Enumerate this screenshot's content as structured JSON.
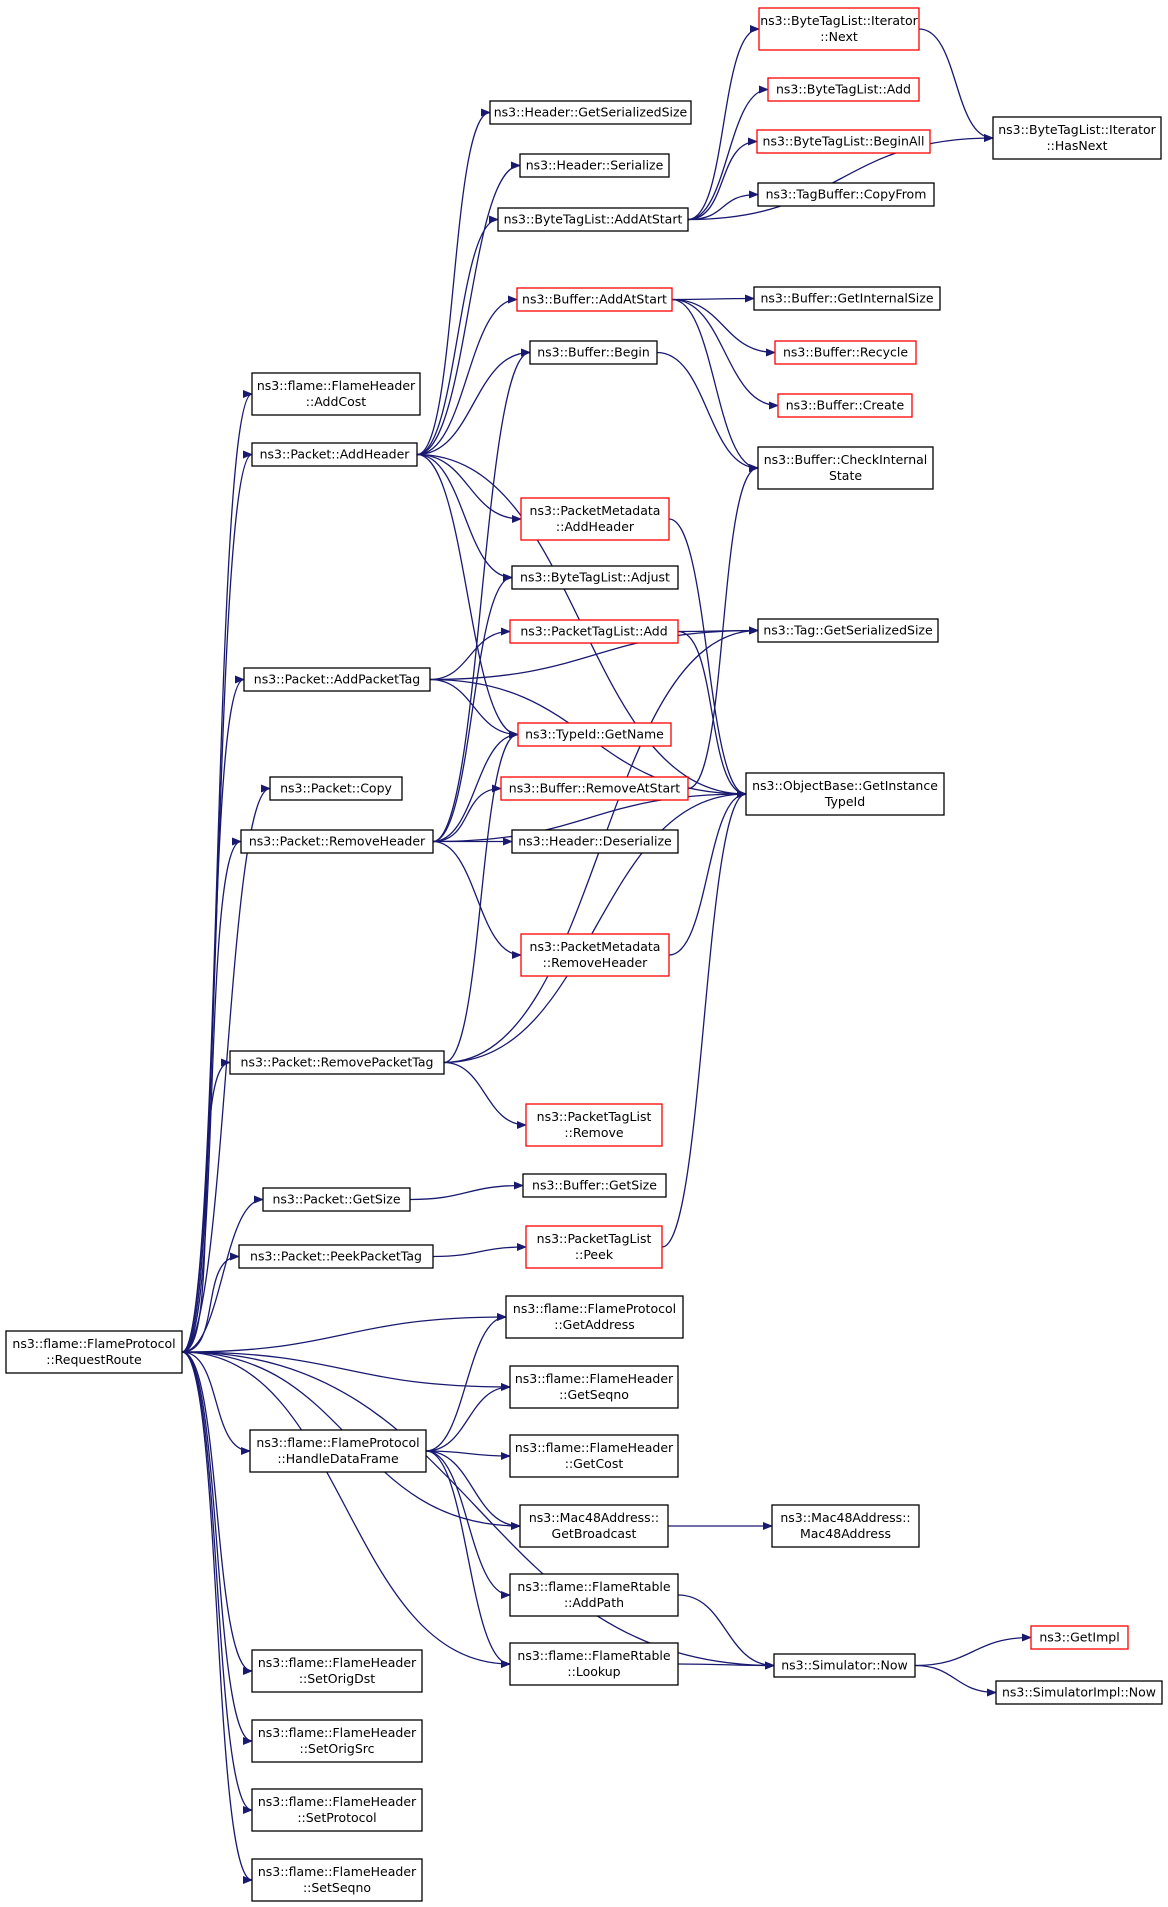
{
  "colors": {
    "edge": "#191970",
    "border_default": "#000000",
    "border_truncated": "#ff0000",
    "root_fill": "#bfbfbf",
    "node_fill": "#ffffff"
  },
  "nodes": [
    {
      "id": "n_root",
      "label": [
        "ns3::flame::FlameProtocol",
        "::RequestRoute"
      ],
      "style": "root"
    },
    {
      "id": "n1",
      "label": [
        "ns3::flame::FlameHeader",
        "::AddCost"
      ],
      "style": "normal"
    },
    {
      "id": "n2",
      "label": [
        "ns3::Packet::AddHeader"
      ],
      "style": "normal"
    },
    {
      "id": "n3",
      "label": [
        "ns3::Packet::AddPacketTag"
      ],
      "style": "normal"
    },
    {
      "id": "n4",
      "label": [
        "ns3::Packet::Copy"
      ],
      "style": "normal"
    },
    {
      "id": "n5",
      "label": [
        "ns3::Packet::RemoveHeader"
      ],
      "style": "normal"
    },
    {
      "id": "n6",
      "label": [
        "ns3::Packet::RemovePacketTag"
      ],
      "style": "normal"
    },
    {
      "id": "n7",
      "label": [
        "ns3::Packet::GetSize"
      ],
      "style": "normal"
    },
    {
      "id": "n8",
      "label": [
        "ns3::Packet::PeekPacketTag"
      ],
      "style": "normal"
    },
    {
      "id": "n9",
      "label": [
        "ns3::flame::FlameProtocol",
        "::HandleDataFrame"
      ],
      "style": "normal"
    },
    {
      "id": "n10",
      "label": [
        "ns3::flame::FlameHeader",
        "::SetOrigDst"
      ],
      "style": "normal"
    },
    {
      "id": "n11",
      "label": [
        "ns3::flame::FlameHeader",
        "::SetOrigSrc"
      ],
      "style": "normal"
    },
    {
      "id": "n12",
      "label": [
        "ns3::flame::FlameHeader",
        "::SetProtocol"
      ],
      "style": "normal"
    },
    {
      "id": "n13",
      "label": [
        "ns3::flame::FlameHeader",
        "::SetSeqno"
      ],
      "style": "normal"
    },
    {
      "id": "n14",
      "label": [
        "ns3::Header::GetSerializedSize"
      ],
      "style": "normal"
    },
    {
      "id": "n15",
      "label": [
        "ns3::Header::Serialize"
      ],
      "style": "normal"
    },
    {
      "id": "n16",
      "label": [
        "ns3::ByteTagList::AddAtStart"
      ],
      "style": "normal"
    },
    {
      "id": "n17",
      "label": [
        "ns3::Buffer::AddAtStart"
      ],
      "style": "truncated"
    },
    {
      "id": "n18",
      "label": [
        "ns3::Buffer::Begin"
      ],
      "style": "normal"
    },
    {
      "id": "n19",
      "label": [
        "ns3::PacketMetadata",
        "::AddHeader"
      ],
      "style": "truncated"
    },
    {
      "id": "n20",
      "label": [
        "ns3::ByteTagList::Adjust"
      ],
      "style": "normal"
    },
    {
      "id": "n21",
      "label": [
        "ns3::PacketTagList::Add"
      ],
      "style": "truncated"
    },
    {
      "id": "n22",
      "label": [
        "ns3::TypeId::GetName"
      ],
      "style": "truncated"
    },
    {
      "id": "n23",
      "label": [
        "ns3::Buffer::RemoveAtStart"
      ],
      "style": "truncated"
    },
    {
      "id": "n24",
      "label": [
        "ns3::Header::Deserialize"
      ],
      "style": "normal"
    },
    {
      "id": "n25",
      "label": [
        "ns3::PacketMetadata",
        "::RemoveHeader"
      ],
      "style": "truncated"
    },
    {
      "id": "n26",
      "label": [
        "ns3::PacketTagList",
        "::Remove"
      ],
      "style": "truncated"
    },
    {
      "id": "n27",
      "label": [
        "ns3::Buffer::GetSize"
      ],
      "style": "normal"
    },
    {
      "id": "n28",
      "label": [
        "ns3::PacketTagList",
        "::Peek"
      ],
      "style": "truncated"
    },
    {
      "id": "n29",
      "label": [
        "ns3::flame::FlameProtocol",
        "::GetAddress"
      ],
      "style": "normal"
    },
    {
      "id": "n30",
      "label": [
        "ns3::flame::FlameHeader",
        "::GetSeqno"
      ],
      "style": "normal"
    },
    {
      "id": "n31",
      "label": [
        "ns3::flame::FlameHeader",
        "::GetCost"
      ],
      "style": "normal"
    },
    {
      "id": "n32",
      "label": [
        "ns3::Mac48Address::",
        "GetBroadcast"
      ],
      "style": "normal"
    },
    {
      "id": "n33",
      "label": [
        "ns3::flame::FlameRtable",
        "::AddPath"
      ],
      "style": "normal"
    },
    {
      "id": "n34",
      "label": [
        "ns3::flame::FlameRtable",
        "::Lookup"
      ],
      "style": "normal"
    },
    {
      "id": "n35",
      "label": [
        "ns3::ByteTagList::Iterator",
        "::Next"
      ],
      "style": "truncated"
    },
    {
      "id": "n36",
      "label": [
        "ns3::ByteTagList::Add"
      ],
      "style": "truncated"
    },
    {
      "id": "n37",
      "label": [
        "ns3::ByteTagList::BeginAll"
      ],
      "style": "truncated"
    },
    {
      "id": "n38",
      "label": [
        "ns3::TagBuffer::CopyFrom"
      ],
      "style": "normal"
    },
    {
      "id": "n39",
      "label": [
        "ns3::Buffer::GetInternalSize"
      ],
      "style": "normal"
    },
    {
      "id": "n40",
      "label": [
        "ns3::Buffer::Recycle"
      ],
      "style": "truncated"
    },
    {
      "id": "n41",
      "label": [
        "ns3::Buffer::Create"
      ],
      "style": "truncated"
    },
    {
      "id": "n42",
      "label": [
        "ns3::Buffer::CheckInternal",
        "State"
      ],
      "style": "normal"
    },
    {
      "id": "n43",
      "label": [
        "ns3::Tag::GetSerializedSize"
      ],
      "style": "normal"
    },
    {
      "id": "n44",
      "label": [
        "ns3::ObjectBase::GetInstance",
        "TypeId"
      ],
      "style": "normal"
    },
    {
      "id": "n45",
      "label": [
        "ns3::Mac48Address::",
        "Mac48Address"
      ],
      "style": "normal"
    },
    {
      "id": "n46",
      "label": [
        "ns3::Simulator::Now"
      ],
      "style": "normal"
    },
    {
      "id": "n47",
      "label": [
        "ns3::ByteTagList::Iterator",
        "::HasNext"
      ],
      "style": "normal"
    },
    {
      "id": "n48",
      "label": [
        "ns3::GetImpl"
      ],
      "style": "truncated"
    },
    {
      "id": "n49",
      "label": [
        "ns3::SimulatorImpl::Now"
      ],
      "style": "normal"
    }
  ]
}
